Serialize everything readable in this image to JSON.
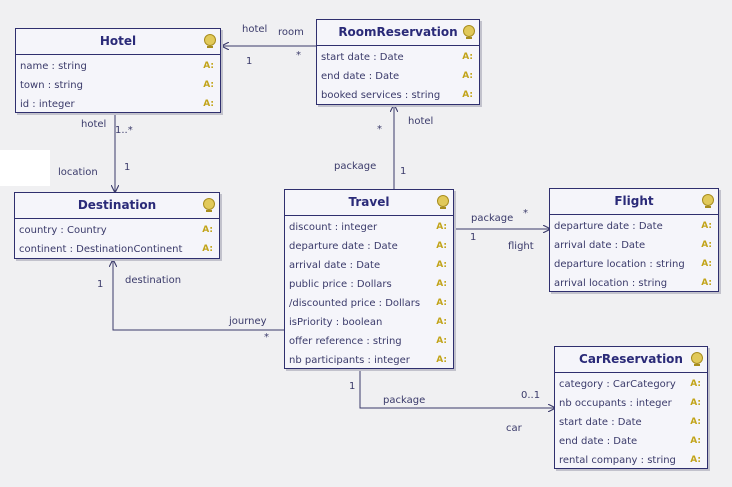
{
  "classes": {
    "hotel": {
      "name": "Hotel",
      "attributes": [
        "name : string",
        "town : string",
        "id : integer"
      ]
    },
    "room_reservation": {
      "name": "RoomReservation",
      "attributes": [
        "start date : Date",
        "end date : Date",
        "booked services : string"
      ]
    },
    "destination": {
      "name": "Destination",
      "attributes": [
        "country : Country",
        "continent : DestinationContinent"
      ]
    },
    "travel": {
      "name": "Travel",
      "attributes": [
        "discount : integer",
        "departure date : Date",
        "arrival date : Date",
        "public price : Dollars",
        "/discounted price : Dollars",
        "isPriority : boolean",
        "offer reference : string",
        "nb participants : integer"
      ]
    },
    "flight": {
      "name": "Flight",
      "attributes": [
        "departure date : Date",
        "arrival date : Date",
        "departure location : string",
        "arrival location : string"
      ]
    },
    "car_reservation": {
      "name": "CarReservation",
      "attributes": [
        "category : CarCategory",
        "nb occupants : integer",
        "start date : Date",
        "end date : Date",
        "rental company : string"
      ]
    }
  },
  "attribute_marker": "A:",
  "associations": {
    "room_hotel": {
      "role_target": "hotel",
      "role_source": "room",
      "mult_target": "1",
      "mult_source": "*"
    },
    "hotel_destination": {
      "role_source": "hotel",
      "role_target": "location",
      "mult_source": "1..*",
      "mult_target": "1"
    },
    "travel_room": {
      "role_target": "hotel",
      "role_source": "package",
      "mult_target": "*",
      "mult_source": "1"
    },
    "travel_flight": {
      "role_source": "package",
      "role_target": "flight",
      "mult_source": "1",
      "mult_target": "*"
    },
    "travel_destination": {
      "role_target": "destination",
      "role_source": "journey",
      "mult_target": "1",
      "mult_source": "*"
    },
    "travel_car": {
      "role_source": "package",
      "role_target": "car",
      "mult_source": "1",
      "mult_target": "0..1"
    }
  },
  "colors": {
    "border": "#2f2f6e",
    "title": "#2a2a78",
    "icon": "#e1c95a",
    "marker": "#c2a41a"
  }
}
